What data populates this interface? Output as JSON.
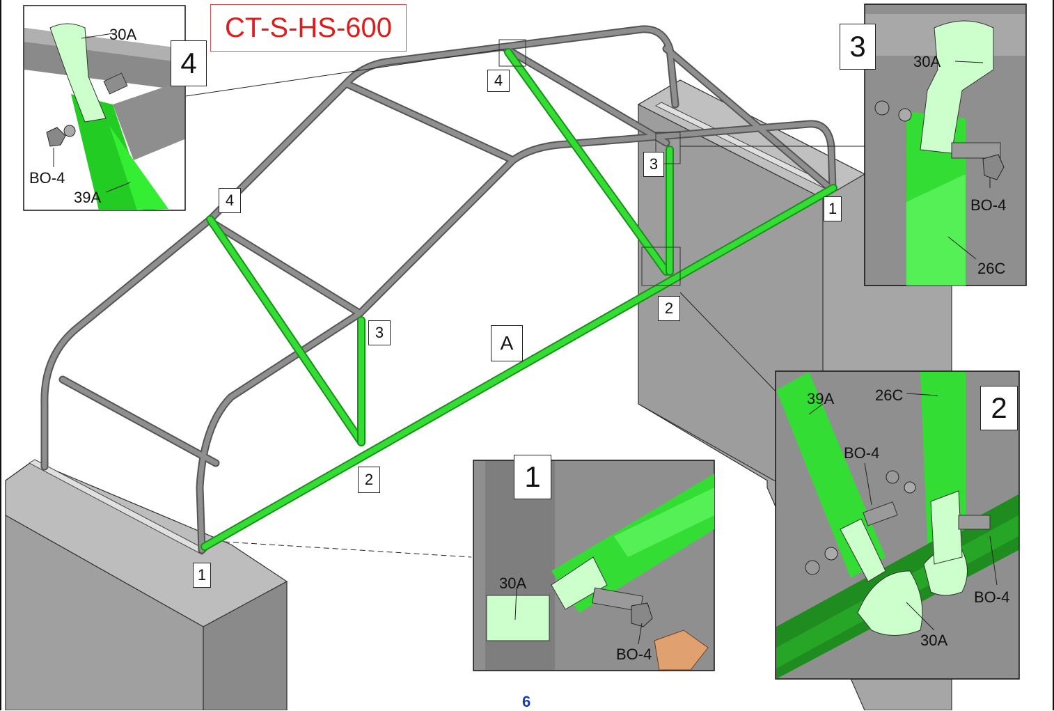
{
  "title": "CT-S-HS-600",
  "page_number": "6",
  "main_callouts": {
    "top_mid_4": "4",
    "left_4": "4",
    "right_3": "3",
    "mid_3": "3",
    "right_1": "1",
    "left_1": "1",
    "right_2": "2",
    "mid_2": "2",
    "brace_A": "A"
  },
  "detail_4": {
    "number": "4",
    "labels": [
      "30A",
      "BO-4",
      "39A"
    ]
  },
  "detail_3": {
    "number": "3",
    "labels": [
      "30A",
      "BO-4",
      "26C"
    ]
  },
  "detail_2": {
    "number": "2",
    "labels": [
      "39A",
      "26C",
      "BO-4",
      "BO-4",
      "30A"
    ]
  },
  "detail_1": {
    "number": "1",
    "labels": [
      "30A",
      "BO-4"
    ]
  },
  "colors": {
    "frame": "#8c8c8c",
    "brace": "#33dd33",
    "clamp": "#ccffcc",
    "block": "#9a9a9a",
    "title_red": "#e01b1b",
    "page_blue": "#1a3db5"
  }
}
